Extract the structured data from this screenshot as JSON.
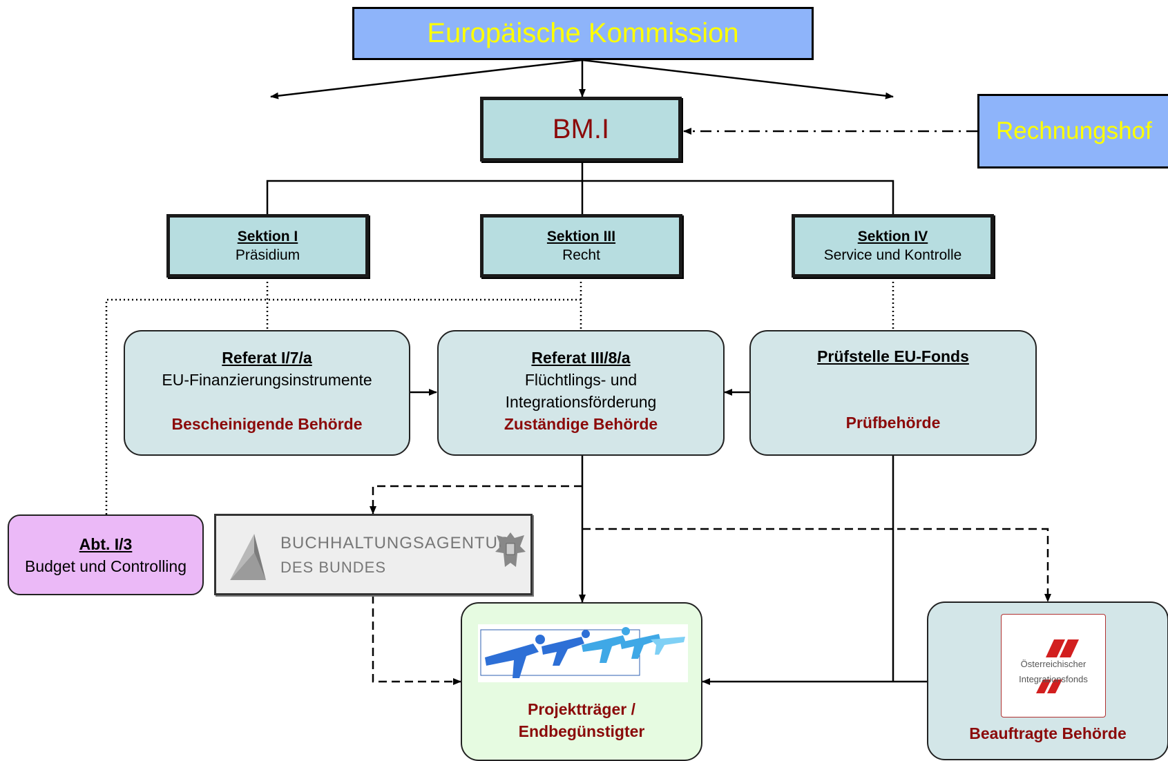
{
  "eu_commission": "Europäische Kommission",
  "bmi": "BM.I",
  "rechnungshof": "Rechnungshof",
  "sektion1": {
    "title": "Sektion I",
    "subtitle": "Präsidium"
  },
  "sektion3": {
    "title": "Sektion III",
    "subtitle": "Recht"
  },
  "sektion4": {
    "title": "Sektion IV",
    "subtitle": "Service und Kontrolle"
  },
  "referat17": {
    "title": "Referat I/7/a",
    "line1": "EU-Finanzierungsinstrumente",
    "role": "Bescheinigende Behörde"
  },
  "referat38": {
    "title": "Referat III/8/a",
    "line1": "Flüchtlings- und",
    "line2": "Integrationsförderung",
    "role": "Zuständige Behörde"
  },
  "pruefstelle": {
    "title": "Prüfstelle EU-Fonds",
    "role": "Prüfbehörde"
  },
  "abt13": {
    "title": "Abt. I/3",
    "subtitle": "Budget und Controlling"
  },
  "buchhaltung": {
    "line1": "BUCHHALTUNGSAGENTUR",
    "line2": "DES BUNDES"
  },
  "projekttraeger": {
    "line1": "Projektträger /",
    "line2": "Endbegünstigter"
  },
  "integrationsfonds": {
    "logo_line1": "Österreichischer",
    "logo_line2": "Integrationsfonds",
    "role": "Beauftragte Behörde"
  },
  "colors": {
    "blue_box": "#8eb4fa",
    "teal_box": "#b7dde0",
    "round_box": "#d3e6e8",
    "pink_box": "#ebb9f7",
    "green_box": "#e6fbe1",
    "dark_red": "#8b0a0a",
    "yellow_text": "#ffff00"
  }
}
